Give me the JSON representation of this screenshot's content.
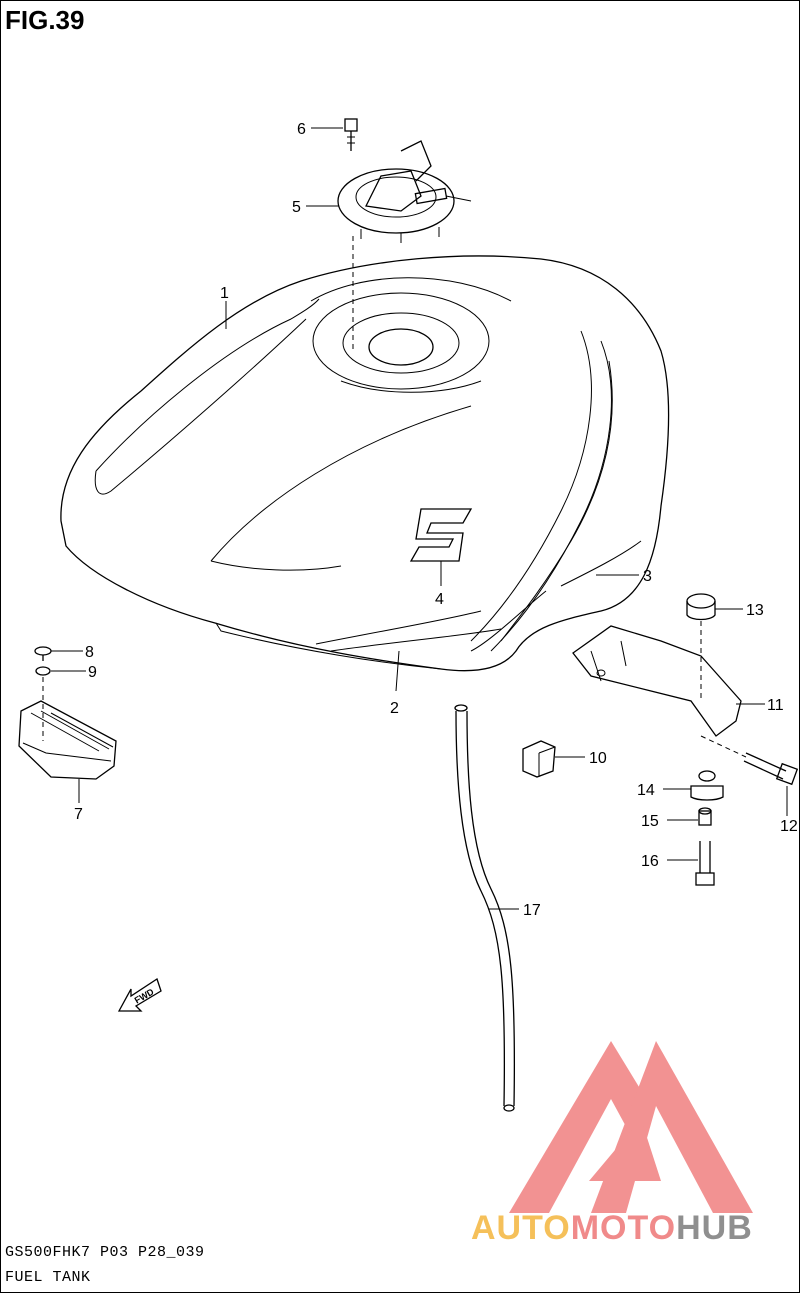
{
  "figure": {
    "title": "FIG.39"
  },
  "footer": {
    "code": "GS500FHK7 P03 P28_039",
    "title": "FUEL TANK"
  },
  "fwd_label": "FWD",
  "callouts": [
    "1",
    "2",
    "3",
    "4",
    "5",
    "6",
    "7",
    "8",
    "9",
    "10",
    "11",
    "12",
    "13",
    "14",
    "15",
    "16",
    "17"
  ],
  "watermark": {
    "part1": "AUTO",
    "part2": "MOTO",
    "part3": "HUB",
    "colors": {
      "auto": "#f5c05a",
      "moto": "#f08a8a",
      "hub": "#8f8f8f",
      "logo": "#f07f7f"
    }
  }
}
